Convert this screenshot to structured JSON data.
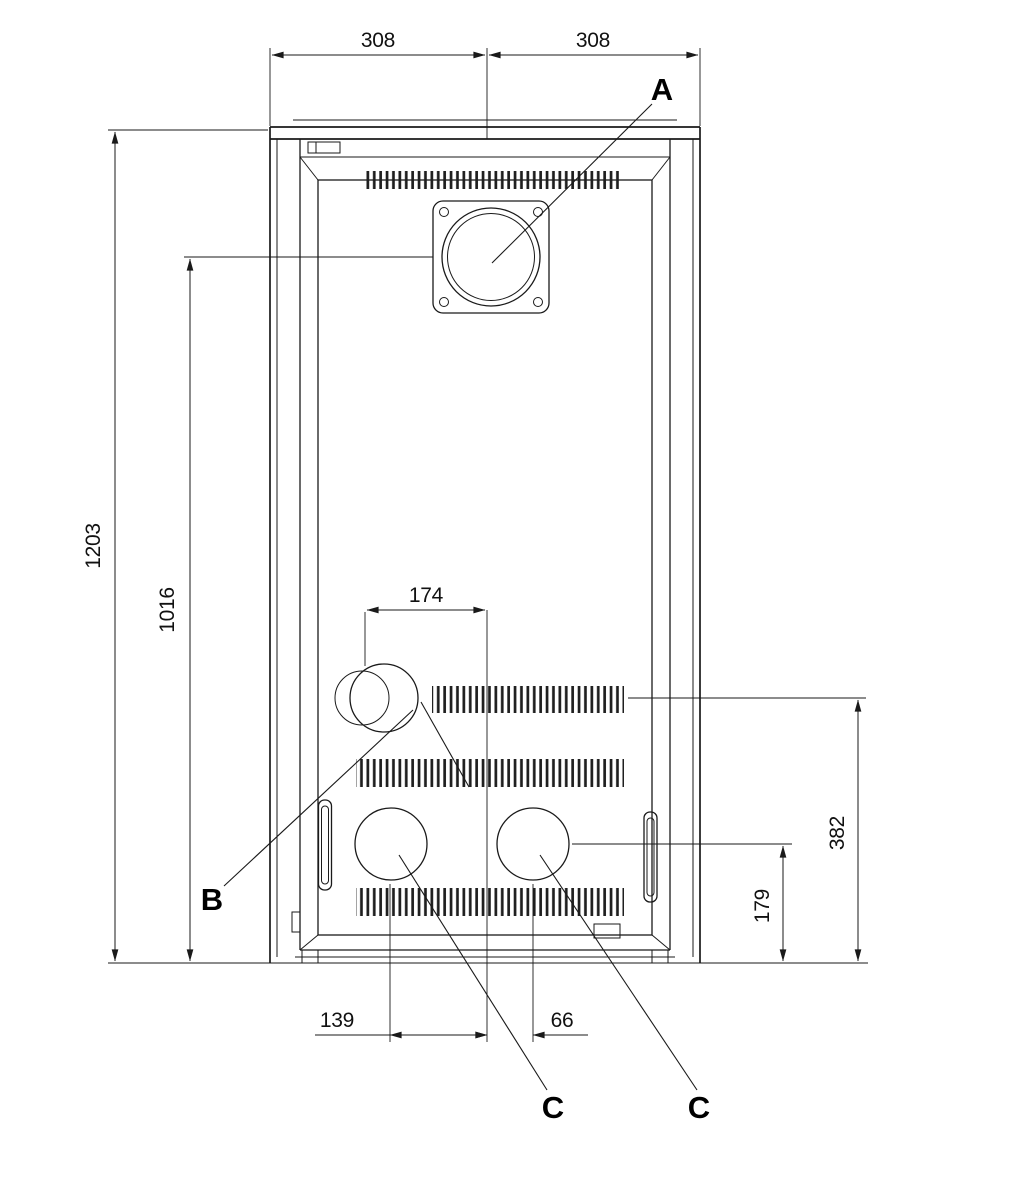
{
  "diagram": {
    "title": "appliance-rear-view-dimension-drawing",
    "labels": {
      "a": "A",
      "b": "B",
      "c1": "C",
      "c2": "C"
    },
    "dims": {
      "w_left": "308",
      "w_right": "308",
      "h_total": "1203",
      "h_flue": "1016",
      "b_offset": "174",
      "c_left_offset": "139",
      "c_right_offset": "66",
      "c_height": "179",
      "b_height": "382"
    }
  }
}
